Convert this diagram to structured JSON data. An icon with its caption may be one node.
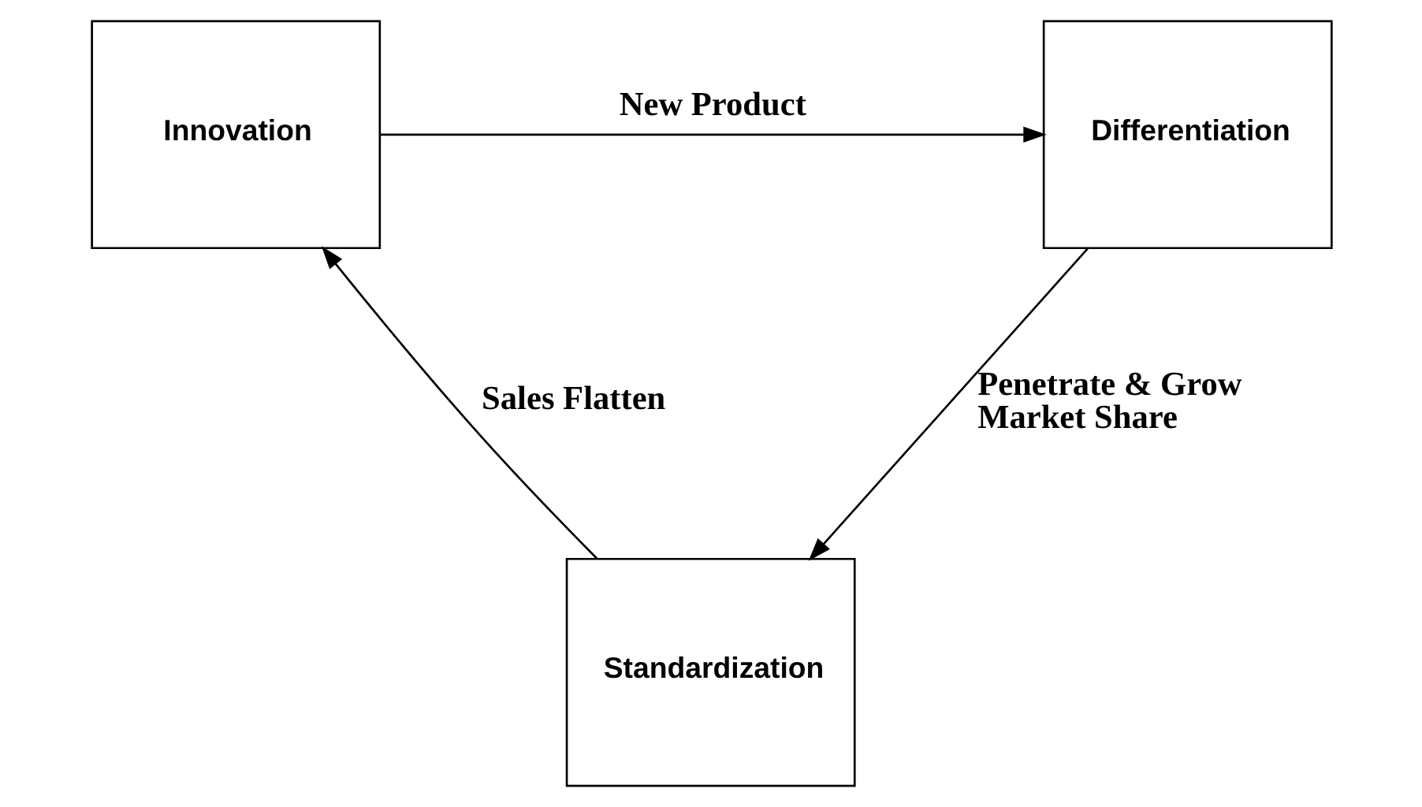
{
  "diagram": {
    "nodes": [
      {
        "text": [
          "Innovation"
        ]
      },
      {
        "text": [
          "Differentiation"
        ]
      },
      {
        "text": [
          "Standardization"
        ]
      }
    ],
    "edges": [
      {
        "from": 0,
        "to": 1,
        "arrow": "to",
        "label": "New Product"
      },
      {
        "from": 1,
        "to": 2,
        "arrow": "to",
        "label": "Penetrate & Grow Market Share"
      },
      {
        "from": 2,
        "to": 0,
        "arrow": "to",
        "label": "Sales Flatten"
      }
    ]
  }
}
